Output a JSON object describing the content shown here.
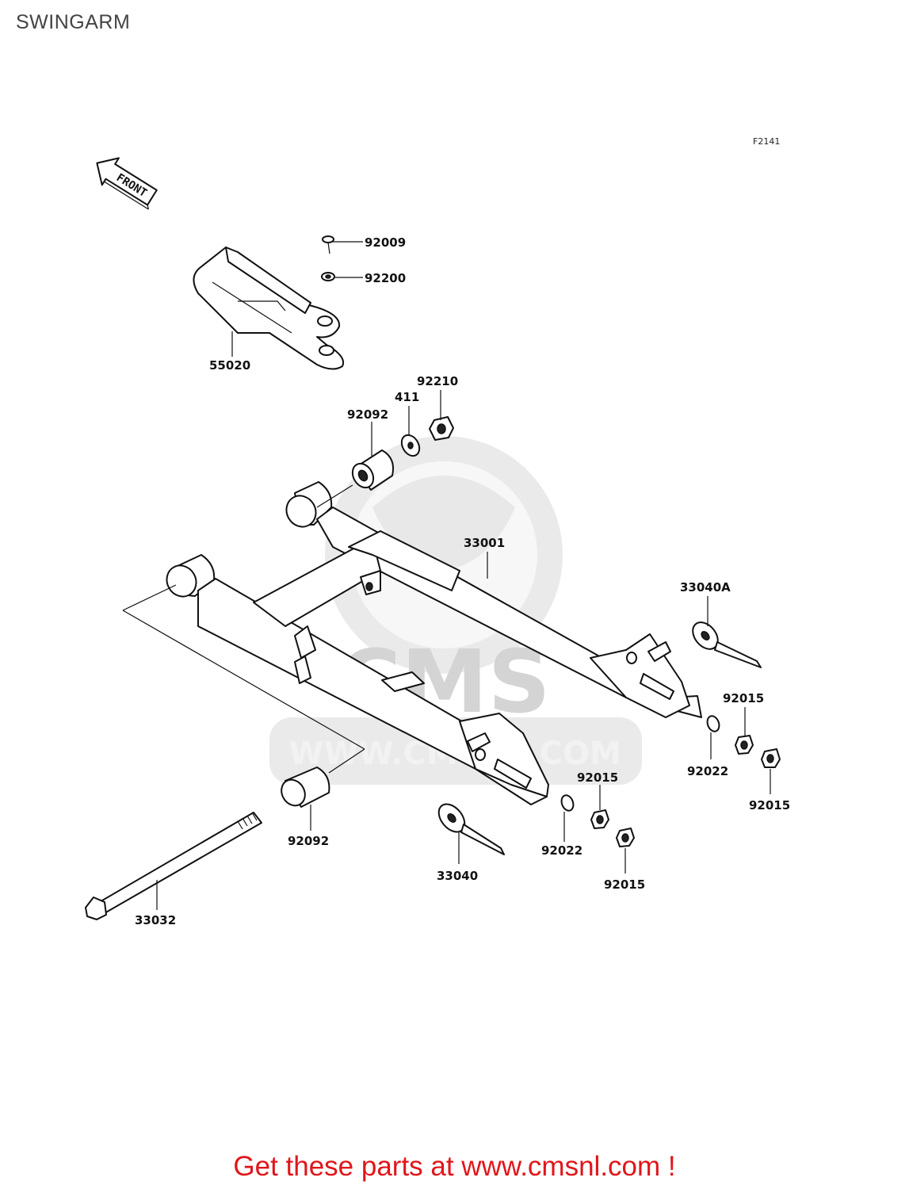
{
  "title": "SWINGARM",
  "figure_code": "F2141",
  "front_marker": "FRONT",
  "watermark": {
    "logo_text": "CMS",
    "url_text": "WWW.CMSNL.COM"
  },
  "parts": [
    {
      "id": "p92009",
      "number": "92009"
    },
    {
      "id": "p92200",
      "number": "92200"
    },
    {
      "id": "p55020",
      "number": "55020"
    },
    {
      "id": "p92210",
      "number": "92210"
    },
    {
      "id": "p411",
      "number": "411"
    },
    {
      "id": "p92092a",
      "number": "92092"
    },
    {
      "id": "p33001",
      "number": "33001"
    },
    {
      "id": "p33040A",
      "number": "33040A"
    },
    {
      "id": "p92015a",
      "number": "92015"
    },
    {
      "id": "p92022a",
      "number": "92022"
    },
    {
      "id": "p92015b",
      "number": "92015"
    },
    {
      "id": "p92015c",
      "number": "92015"
    },
    {
      "id": "p92022b",
      "number": "92022"
    },
    {
      "id": "p92015d",
      "number": "92015"
    },
    {
      "id": "p92092b",
      "number": "92092"
    },
    {
      "id": "p33040",
      "number": "33040"
    },
    {
      "id": "p33032",
      "number": "33032"
    }
  ],
  "footer": {
    "link_text": "Get these parts at www.cmsnl.com !",
    "link_color": "#e0161b"
  }
}
